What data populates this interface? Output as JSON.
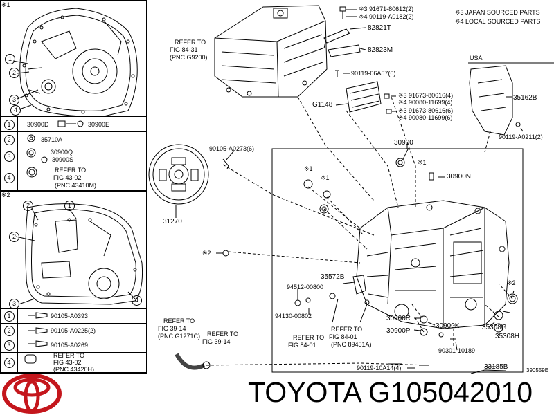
{
  "panel1": {
    "mark": "※1",
    "callouts": [
      "1",
      "2",
      "3",
      "4"
    ],
    "rows": [
      {
        "n": "1",
        "a": "30900D",
        "b": "30900E"
      },
      {
        "n": "2",
        "a": "35710A"
      },
      {
        "n": "3",
        "a": "30900Q",
        "b": "30900S"
      },
      {
        "n": "4",
        "a": "REFER TO",
        "b": "FIG 43-02",
        "c": "(PNC 43410M)"
      }
    ]
  },
  "panel2": {
    "mark": "※2",
    "callouts": [
      "2",
      "1",
      "2",
      "3",
      "4"
    ],
    "rows": [
      {
        "n": "1",
        "a": "90105-A0393"
      },
      {
        "n": "2",
        "a": "90105-A0225(2)"
      },
      {
        "n": "3",
        "a": "90105-A0269"
      },
      {
        "n": "4",
        "a": "REFER TO",
        "b": "FIG 43-02",
        "c": "(PNC 43420H)"
      }
    ]
  },
  "notes": {
    "line1": "※3 JAPAN SOURCED PARTS",
    "line2": "※4 LOCAL SOURCED PARTS"
  },
  "refs": {
    "r8431": {
      "l1": "REFER TO",
      "l2": "FIG 84-31",
      "l3": "(PNC G9200)"
    },
    "r3914": {
      "l1": "REFER TO",
      "l2": "FIG 39-14",
      "l3": "(PNC G1271C)"
    },
    "r3914b": {
      "l1": "REFER TO",
      "l2": "FIG 39-14"
    },
    "r8401a": {
      "l1": "REFER TO",
      "l2": "FIG 84-01"
    },
    "r8401b": {
      "l1": "REFER TO",
      "l2": "FIG 84-01",
      "l3": "(PNC 89451A)"
    }
  },
  "parts": {
    "p1": "※3 91671-80612(2)",
    "p2": "※4 90119-A0182(2)",
    "p3": "82821T",
    "p4": "82823M",
    "p5": "90119-06A57(6)",
    "p6": "G1148",
    "p7": "※3 91673-80616(4)",
    "p8": "※4 90080-11699(4)",
    "p9": "※3 91673-80616(6)",
    "p10": "※4 90080-11699(6)",
    "usa": "USA",
    "p11": "35162B",
    "p12": "90119-A0211(2)",
    "p13": "90105-A0273(6)",
    "p14": "30900",
    "p15": "30900N",
    "p16": "31270",
    "p17": "35572B",
    "p18": "94512-00800",
    "p19": "94130-00802",
    "p20": "30900R",
    "p21": "30900P",
    "p22": "30900K",
    "p23": "35308G",
    "p24": "35308H",
    "p25": "90301-10189",
    "p26": "90119-10A14(4)",
    "p27": "33185B",
    "code": "390559E",
    "m1a": "※1",
    "m1b": "※1",
    "m1c": "※1",
    "m2a": "※2",
    "m2b": "※2"
  },
  "brand": "TOYOTA G105042010"
}
